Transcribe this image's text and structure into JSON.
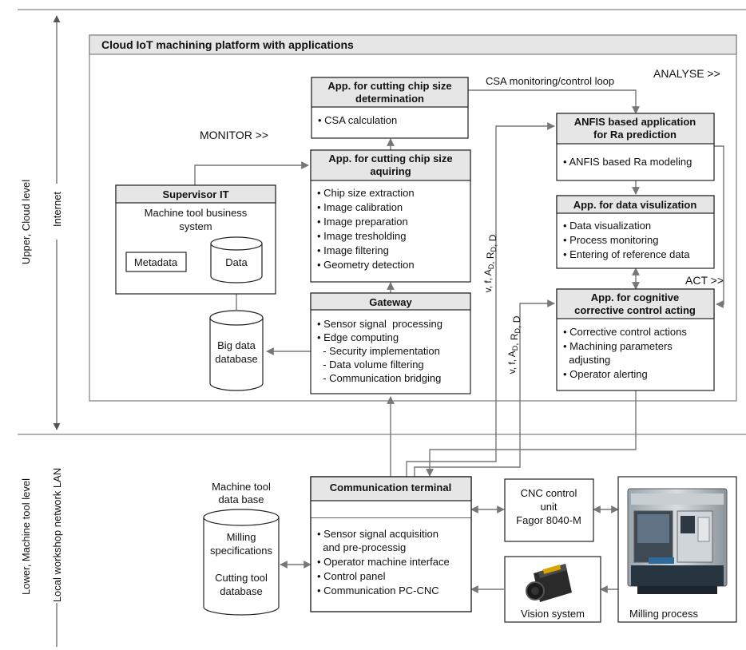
{
  "levels": {
    "upper": "Upper, Cloud level",
    "internet": "Internet",
    "lower": "Lower, Machine tool level",
    "lan": "Local workshop network LAN"
  },
  "platform_title": "Cloud IoT machining platform with applications",
  "phases": {
    "monitor": "MONITOR >>",
    "analyse": "ANALYSE >>",
    "act": "ACT >>"
  },
  "csa_loop_label": "CSA monitoring/control loop",
  "param_label_1": "v, f, AD, RD, D",
  "param_label_2": "v, f, AD, RD, D",
  "boxes": {
    "chip_size_det": {
      "title1": "App. for cutting chip size",
      "title2": "determination",
      "items": [
        "• CSA calculation"
      ]
    },
    "chip_size_acq": {
      "title1": "App. for cutting chip size",
      "title2": "aquiring",
      "items": [
        "• Chip size extraction",
        "• Image calibration",
        "• Image preparation",
        "• Image tresholding",
        "• Image filtering",
        "• Geometry detection"
      ]
    },
    "gateway": {
      "title": "Gateway",
      "items": [
        "• Sensor signal  processing",
        "• Edge computing",
        "  - Security implementation",
        "  - Data volume filtering",
        "  - Communication bridging"
      ]
    },
    "supervisor": {
      "title": "Supervisor IT",
      "line1": "Machine tool business",
      "line2": "system",
      "metadata": "Metadata",
      "data": "Data"
    },
    "bigdata": {
      "line1": "Big data",
      "line2": "database"
    },
    "anfis": {
      "title1": "ANFIS based application",
      "title2": "for Ra prediction",
      "items": [
        "• ANFIS based Ra modeling"
      ]
    },
    "visual": {
      "title": "App. for data visulization",
      "items": [
        "• Data visualization",
        "• Process monitoring",
        "• Entering of reference data"
      ]
    },
    "cognitive": {
      "title1": "App. for cognitive",
      "title2": "corrective control acting",
      "items": [
        "• Corrective control actions",
        "• Machining parameters",
        "  adjusting",
        "• Operator alerting"
      ]
    },
    "comm_terminal": {
      "title": "Communication terminal",
      "items": [
        "• Sensor signal acquisition",
        "  and pre-processig",
        "• Operator machine interface",
        "• Control panel",
        "• Communication PC-CNC"
      ]
    },
    "tool_db": {
      "caption1": "Machine tool",
      "caption2": "data base",
      "lines": [
        "Milling",
        "specifications",
        "",
        "Cutting tool",
        "database"
      ]
    },
    "cnc": {
      "lines": [
        "CNC control",
        "unit",
        "Fagor 8040-M"
      ]
    },
    "vision": {
      "label": "Vision system"
    },
    "milling": {
      "label": "Milling process"
    }
  }
}
